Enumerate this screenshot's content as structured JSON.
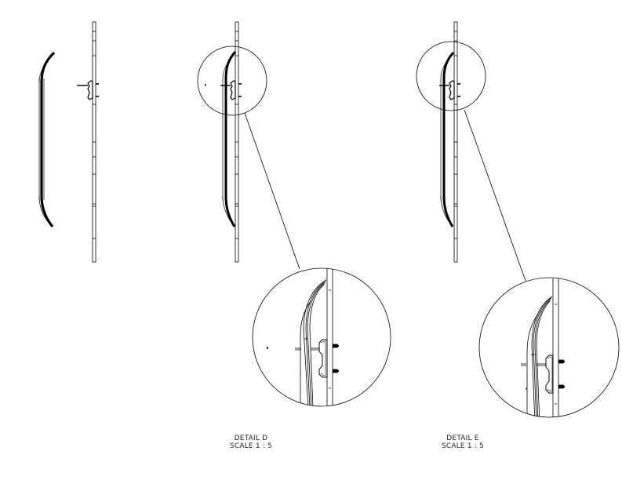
{
  "drawing": {
    "type": "engineering drawing sheet",
    "line_color": "#000000",
    "background": "#ffffff",
    "views": [
      {
        "id": "side-view-board-and-rail",
        "description": "Curved board profile beside vertical rail with mount bracket"
      },
      {
        "id": "assembled-view-d",
        "description": "Board mounted on rail, detail circle D"
      },
      {
        "id": "assembled-view-e",
        "description": "Board mounted on rail, detail circle E"
      }
    ],
    "details": [
      {
        "title": "DETAIL D",
        "scale": "SCALE 1 : 5"
      },
      {
        "title": "DETAIL E",
        "scale": "SCALE 1 : 5"
      }
    ]
  }
}
